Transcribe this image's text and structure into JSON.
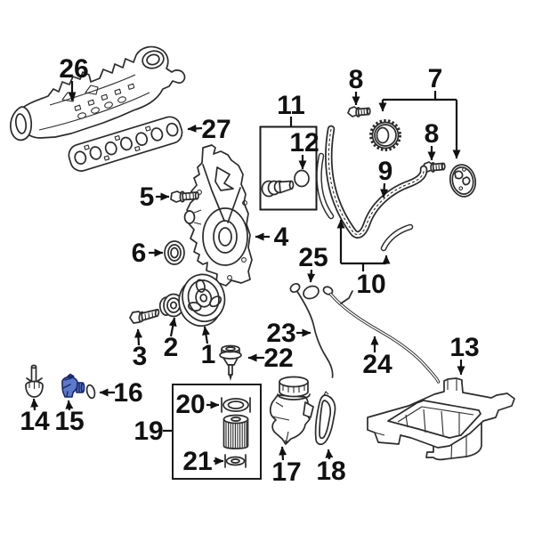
{
  "image": {
    "background": "#ffffff",
    "line_color": "#2b2b2b",
    "label_color": "#111111"
  },
  "highlight": {
    "part": "15",
    "fill": "#5b7ac9",
    "stroke": "#18266b"
  },
  "callouts": {
    "c1": "1",
    "c2": "2",
    "c3": "3",
    "c4": "4",
    "c5": "5",
    "c6": "6",
    "c7": "7",
    "c8a": "8",
    "c8b": "8",
    "c9": "9",
    "c10": "10",
    "c11": "11",
    "c12": "12",
    "c13": "13",
    "c14": "14",
    "c15": "15",
    "c16": "16",
    "c17": "17",
    "c18": "18",
    "c19": "19",
    "c20": "20",
    "c21": "21",
    "c22": "22",
    "c23": "23",
    "c24": "24",
    "c25": "25",
    "c26": "26",
    "c27": "27"
  }
}
